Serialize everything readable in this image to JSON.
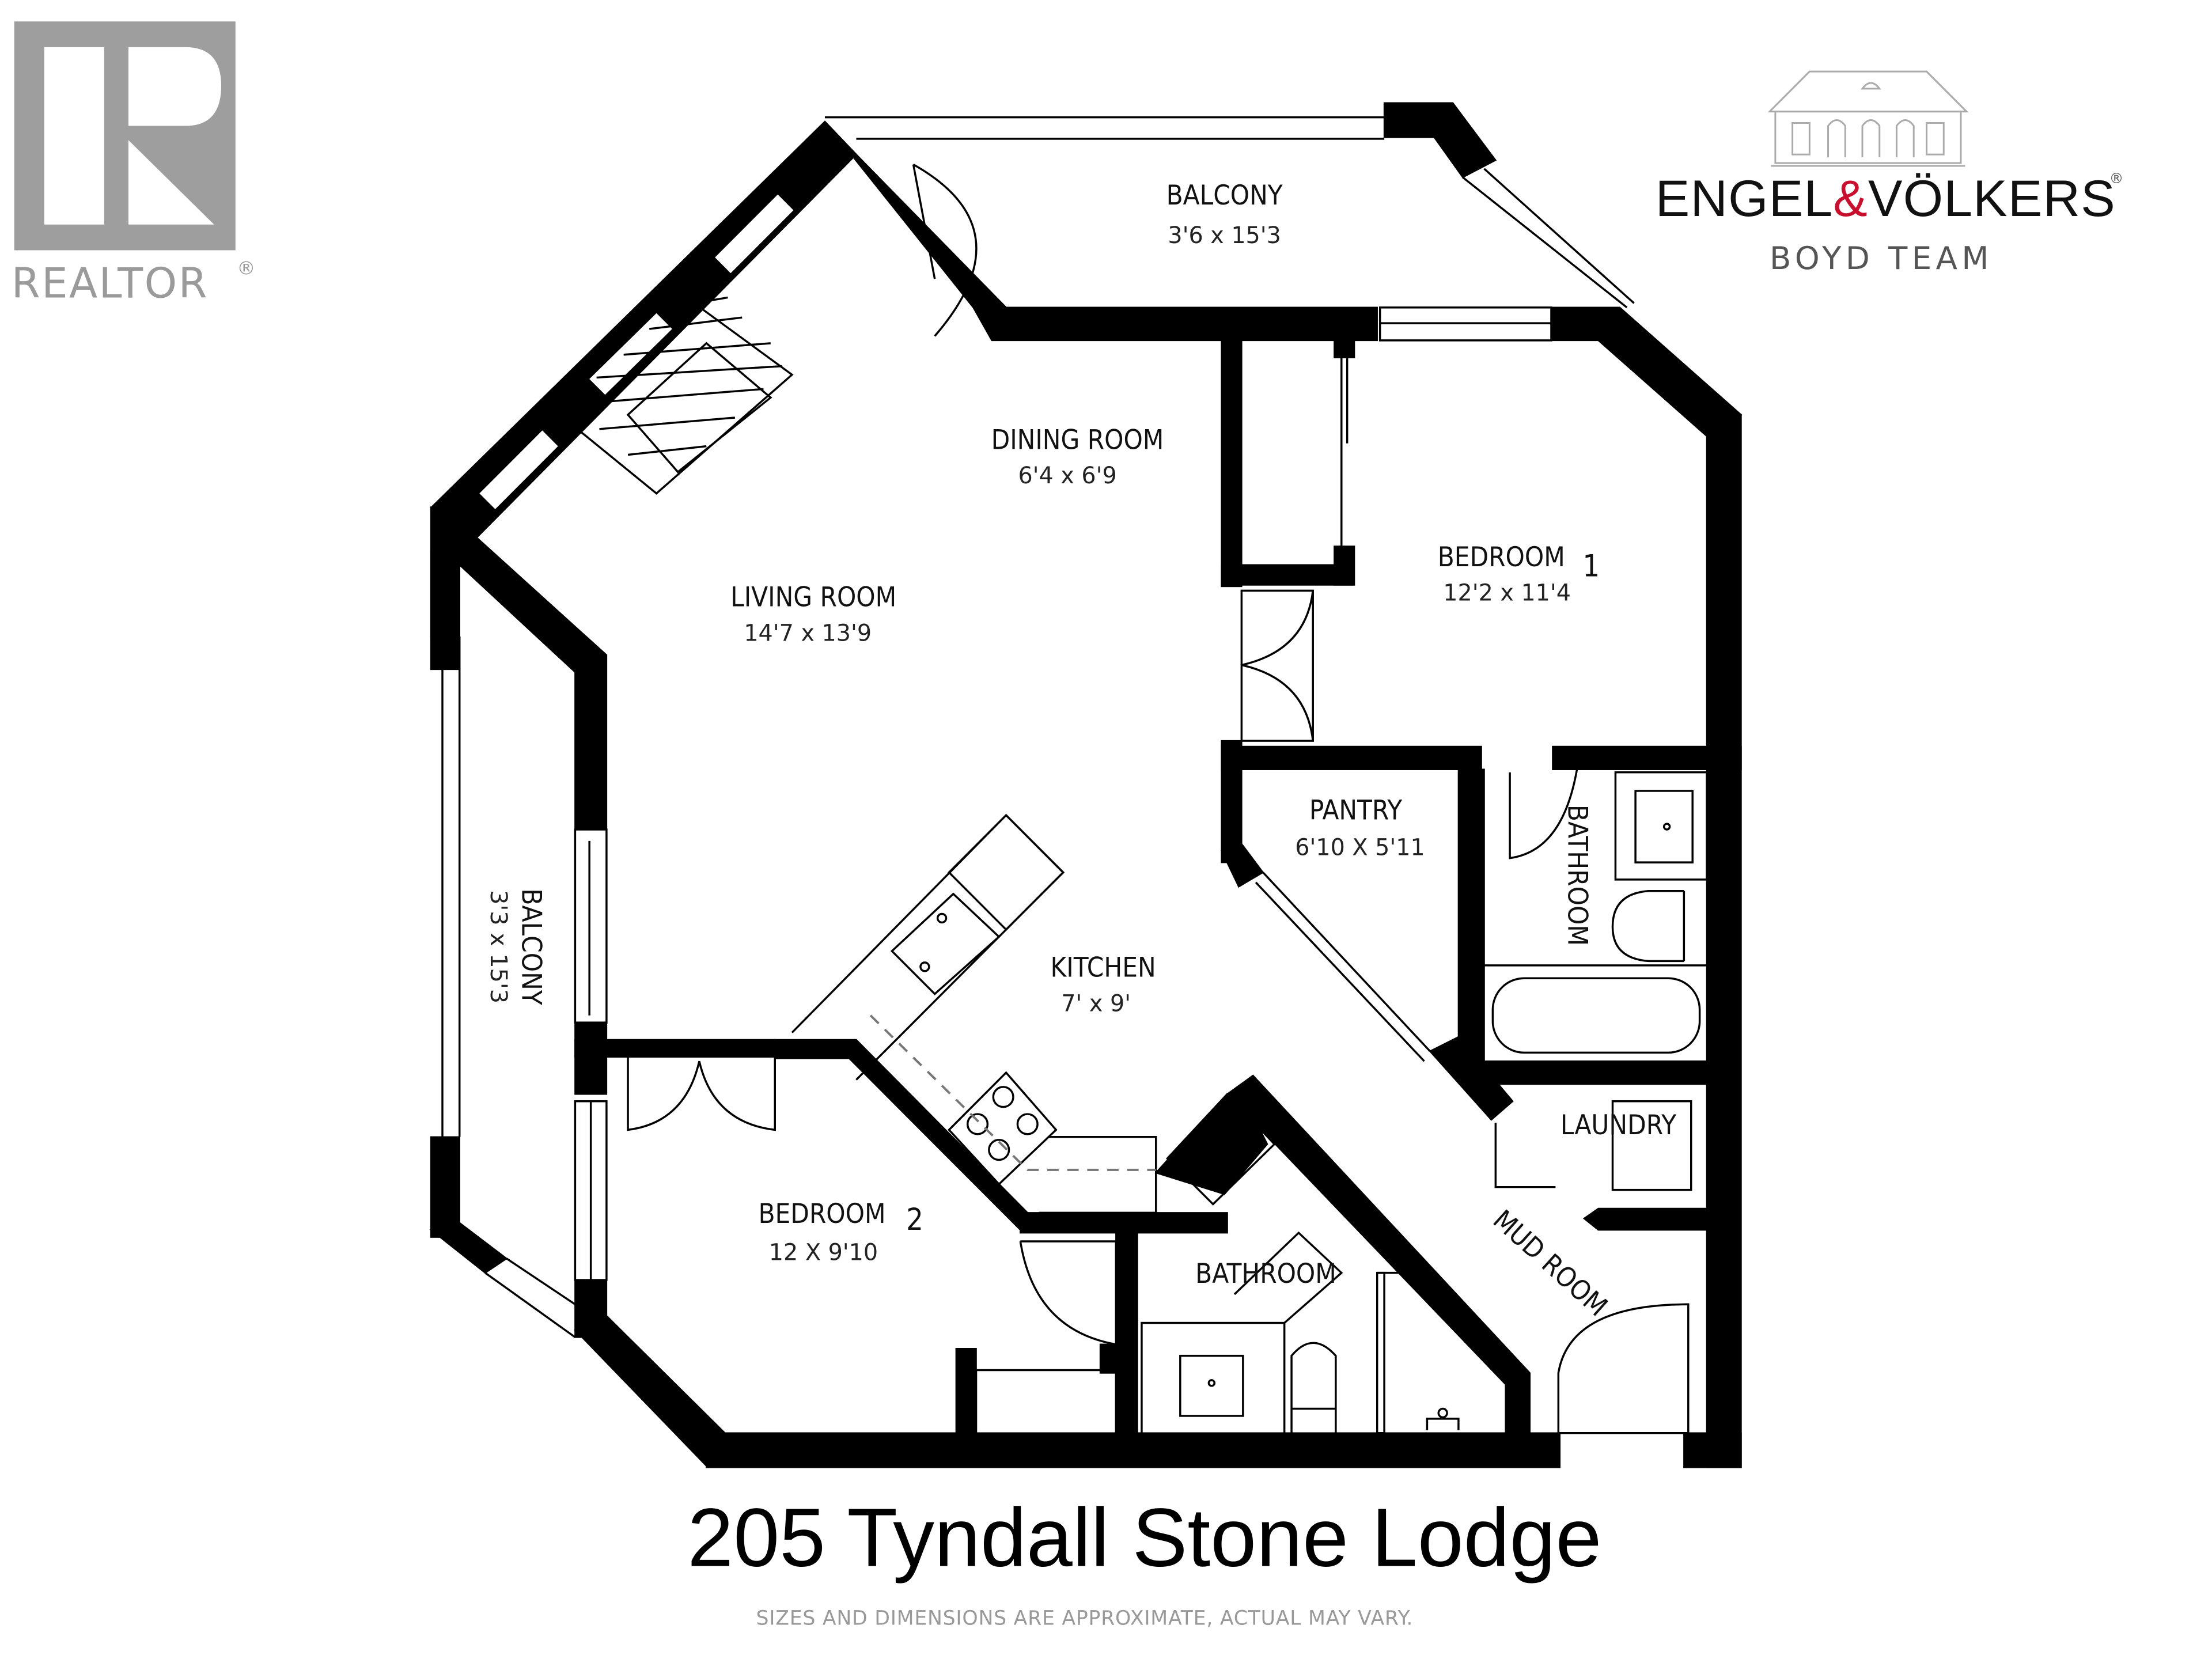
{
  "logos": {
    "realtor": {
      "wordmark": "REALTOR",
      "registered": "®",
      "color": "#9e9e9e"
    },
    "brokerage": {
      "name_left": "ENGEL",
      "ampersand": "&",
      "name_right": "VÖLKERS",
      "registered": "®",
      "team": "BOYD TEAM",
      "accent_color": "#c8102e"
    }
  },
  "rooms": {
    "balcony_top": {
      "label": "BALCONY",
      "dims": "3'6 x 15'3"
    },
    "dining_room": {
      "label": "DINING ROOM",
      "dims": "6'4 x 6'9"
    },
    "living_room": {
      "label": "LIVING ROOM",
      "dims": "14'7 x 13'9"
    },
    "bedroom_1": {
      "label": "BEDROOM",
      "number": "1",
      "dims": "12'2 x 11'4"
    },
    "pantry": {
      "label": "PANTRY",
      "dims": "6'10 X 5'11"
    },
    "bathroom_1": {
      "label": "BATHROOM"
    },
    "kitchen": {
      "label": "KITCHEN",
      "dims": "7' x 9'"
    },
    "balcony_left": {
      "label": "BALCONY",
      "dims": "3'3 x 15'3"
    },
    "laundry": {
      "label": "LAUNDRY"
    },
    "bedroom_2": {
      "label": "BEDROOM",
      "number": "2",
      "dims": "12 X 9'10"
    },
    "bathroom_2": {
      "label": "BATHROOM"
    },
    "mud_room": {
      "label": "MUD ROOM"
    }
  },
  "footer": {
    "title": "205 Tyndall Stone Lodge",
    "disclaimer": "SIZES AND DIMENSIONS ARE APPROXIMATE, ACTUAL MAY VARY."
  }
}
